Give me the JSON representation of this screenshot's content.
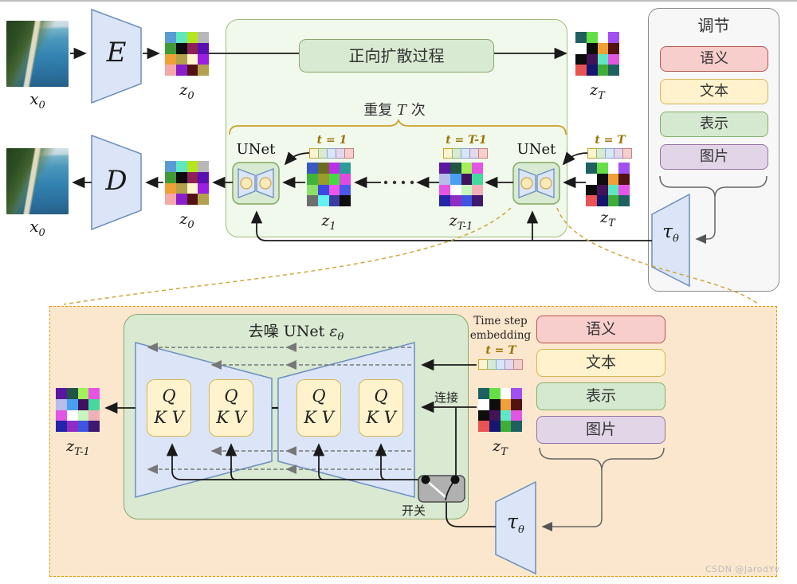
{
  "watermark": "CSDN @JarodYv",
  "labels": {
    "x0": {
      "base": "x",
      "sub": "0"
    },
    "z0": {
      "base": "z",
      "sub": "0"
    },
    "z1": {
      "base": "z",
      "sub": "1"
    },
    "zT": {
      "base": "z",
      "sub": "T"
    },
    "zT1": {
      "base": "z",
      "sub": "T-1"
    },
    "tau": {
      "base": "τ",
      "sub": "θ"
    },
    "encoder": "E",
    "decoder": "D",
    "unet": "UNet",
    "t1": "t = 1",
    "tT1": "t = T-1",
    "tT": "t = T",
    "forward": "正向扩散过程",
    "repeat": {
      "pre": "重复 ",
      "mid": "T",
      "post": " 次"
    },
    "cond_title": "调节",
    "denoise": {
      "zh": "去噪 ",
      "latin": "UNet ",
      "eps": "ε",
      "sub": "θ"
    },
    "qkv": {
      "line1": "Q",
      "line2": "K V"
    },
    "timestep": {
      "line1": "Time step",
      "line2": "embedding"
    },
    "concat": "连接",
    "switch": "开关"
  },
  "conditions": [
    {
      "label": "语义",
      "fill": "#f8cecc",
      "stroke": "#b85450"
    },
    {
      "label": "文本",
      "fill": "#fff2cc",
      "stroke": "#d6b656"
    },
    {
      "label": "表示",
      "fill": "#d5e8d0",
      "stroke": "#82b366"
    },
    {
      "label": "图片",
      "fill": "#e1d5e7",
      "stroke": "#9673a6"
    }
  ],
  "embedding_cells": [
    {
      "f": "#fdf3d0",
      "s": "#c9a227"
    },
    {
      "f": "#d9ead3",
      "s": "#93b874"
    },
    {
      "f": "#d8e6f8",
      "s": "#8aa6cf"
    },
    {
      "f": "#e3d9ec",
      "s": "#a48cc0"
    },
    {
      "f": "#f5cfcd",
      "s": "#c77f7c"
    }
  ],
  "grid_colors": {
    "z0": [
      [
        "#5b9bd5",
        "#5fe8c0",
        "#b5e61d",
        "#b8b8b8"
      ],
      [
        "#3f9b35",
        "#0d0d0d",
        "#8e2257",
        "#5a10b0"
      ],
      [
        "#efa135",
        "#b3a14e",
        "#fdf6cf",
        "#9a1fe0"
      ],
      [
        "#f1a9a9",
        "#8a1ecc",
        "#531212",
        "#b3a14e"
      ]
    ],
    "z1": [
      [
        "#3a57c4",
        "#6b6b22",
        "#bb2fe8",
        "#2e9b9b"
      ],
      [
        "#41b33a",
        "#9b9b2e",
        "#44d943",
        "#e04ae0"
      ],
      [
        "#8ce06a",
        "#3a49e0",
        "#ee55ee",
        "#4a57e8"
      ],
      [
        "#6e6e6e",
        "#63f0f0",
        "#3c3ca0",
        "#0d0d0d"
      ]
    ],
    "zT1": [
      [
        "#5a17a0",
        "#225546",
        "#a4f05a",
        "#e455e4"
      ],
      [
        "#b8bce8",
        "#4aa0f0",
        "#41135c",
        "#45d9a0"
      ],
      [
        "#e455e4",
        "#ffffff",
        "#c8f5c0",
        "#f0b0b8"
      ],
      [
        "#2424a8",
        "#8e2cc4",
        "#3d55e0",
        "#401870"
      ]
    ],
    "zT": [
      [
        "#206060",
        "#66df46",
        "#ffffff",
        "#a050f0"
      ],
      [
        "#ffffff",
        "#0d0d0d",
        "#efa135",
        "#531212"
      ],
      [
        "#0d0d0d",
        "#421356",
        "#5fe8c0",
        "#e455e4"
      ],
      [
        "#ea5353",
        "#161670",
        "#3fae38",
        "#206060"
      ]
    ]
  },
  "colors": {
    "green_panel": "#f1f8ec",
    "green_box": "#d9ead3",
    "denoise_panel": "#d9e9d2",
    "orange_panel": "#fbe7cd",
    "orange_border": "#d79b00",
    "blue_shape": "#dbe5f7",
    "blue_border": "#6c8ebf",
    "gold": "#c9a227",
    "gray_panel": "#f7f7f7"
  }
}
